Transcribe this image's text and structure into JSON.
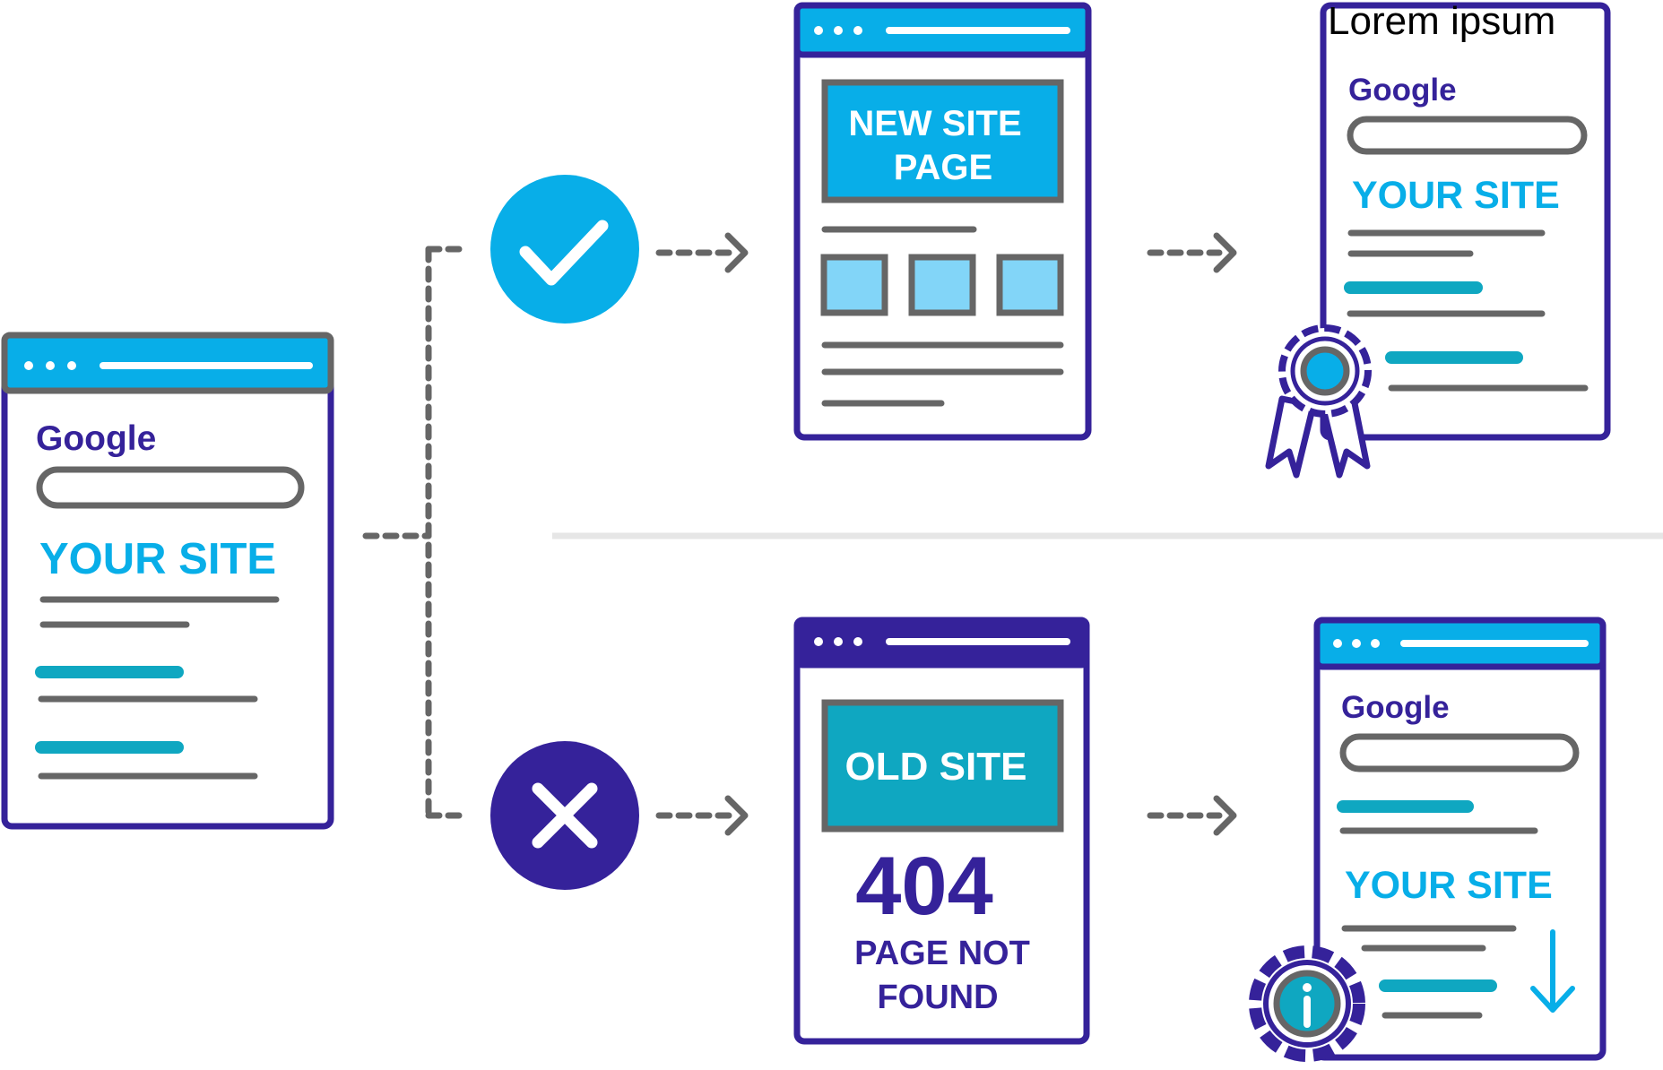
{
  "colors": {
    "purple": "#35229a",
    "cyan": "#08aee8",
    "teal": "#0fa7c1",
    "gray": "#666666",
    "light_blue": "#82d5f8",
    "divider": "#e6e6e6"
  },
  "source_page": {
    "brand": "Google",
    "site_label": "YOUR SITE"
  },
  "success_path": {
    "status_icon": "check-icon",
    "page_banner_line1": "NEW SITE",
    "page_banner_line2": "PAGE",
    "result": {
      "caption": "Lorem ipsum",
      "brand": "Google",
      "site_label": "YOUR SITE",
      "badge_icon": "award-ribbon-icon"
    }
  },
  "failure_path": {
    "status_icon": "cross-icon",
    "page_banner": "OLD SITE",
    "error_code": "404",
    "error_line1": "PAGE NOT",
    "error_line2": "FOUND",
    "result": {
      "brand": "Google",
      "site_label": "YOUR SITE",
      "badge_icon": "gear-info-icon",
      "trend_icon": "arrow-down-icon"
    }
  }
}
